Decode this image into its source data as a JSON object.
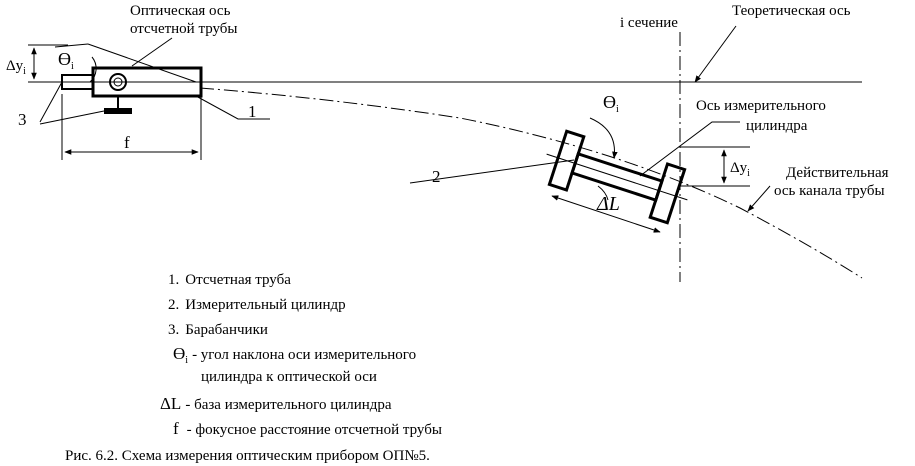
{
  "labels": {
    "optical_axis_1": "Оптическая ось",
    "optical_axis_2": "отсчетной трубы",
    "section": "i сечение",
    "theoretical_axis": "Теоретическая ось",
    "dy_left": "Δy",
    "sub_i": "i",
    "theta_left": "ϴ",
    "num3": "3",
    "num1": "1",
    "f": "f",
    "num2": "2",
    "theta_right": "ϴ",
    "cyl_axis_1": "Ось измерительного",
    "cyl_axis_2": "цилиндра",
    "dy_right": "Δy",
    "actual_axis_1": "Действительная",
    "actual_axis_2": "ось канала трубы",
    "dL": "ΔL"
  },
  "legend": [
    {
      "num": "1.",
      "text": "Отсчетная труба"
    },
    {
      "num": "2.",
      "text": "Измерительный цилиндр"
    },
    {
      "num": "3.",
      "text": "Барабанчики"
    },
    {
      "sym": "ϴ",
      "sub": "i",
      "text": "- угол наклона оси измерительного",
      "text2": "цилиндра к оптической оси"
    },
    {
      "sym": "ΔL",
      "text": "- база измерительного цилиндра"
    },
    {
      "sym": "f",
      "text": "- фокусное расстояние отсчетной трубы"
    }
  ],
  "caption": "Рис. 6.2.  Схема измерения оптическим прибором ОП№5."
}
